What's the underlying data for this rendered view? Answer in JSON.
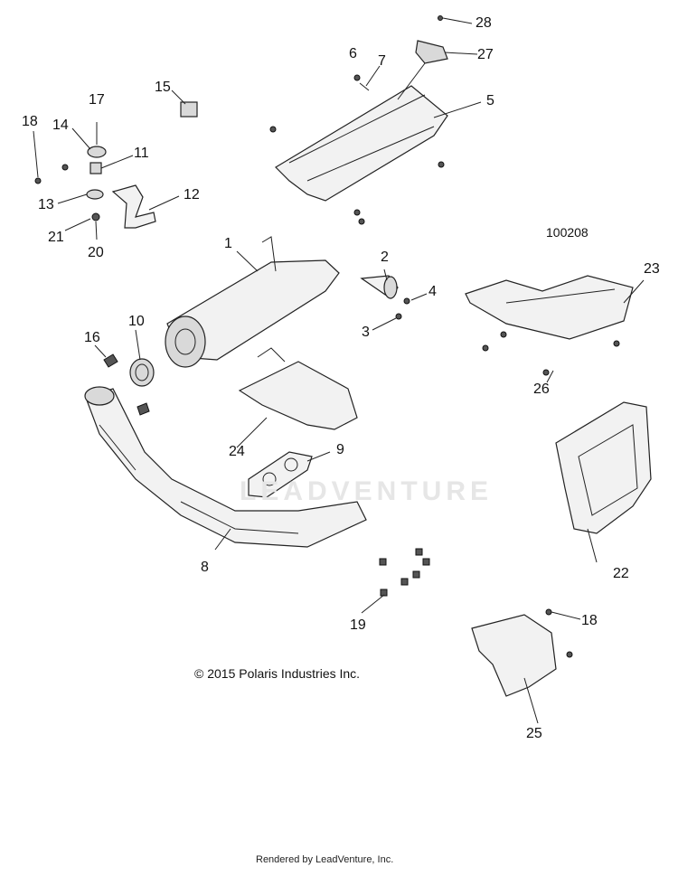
{
  "diagram": {
    "callouts": [
      "1",
      "2",
      "3",
      "4",
      "5",
      "6",
      "7",
      "8",
      "9",
      "10",
      "11",
      "12",
      "13",
      "14",
      "15",
      "16",
      "17",
      "18",
      "18",
      "19",
      "20",
      "21",
      "22",
      "23",
      "24",
      "25",
      "26",
      "27",
      "28"
    ],
    "reference_number": "100208",
    "copyright": "© 2015 Polaris Industries Inc.",
    "watermark": "LEADVENTURE",
    "footer": "Rendered by LeadVenture, Inc."
  }
}
